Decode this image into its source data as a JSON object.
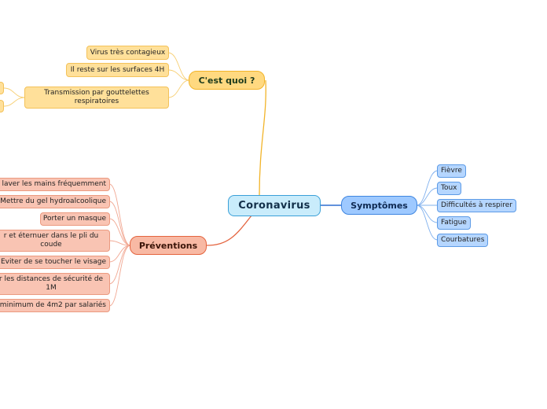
{
  "central": {
    "label": "Coronavirus"
  },
  "branches": {
    "what": {
      "label": "C'est quoi ?",
      "items": [
        "Virus très contagieux",
        "Il reste sur les surfaces 4H",
        "Transmission par gouttelettes respiratoires"
      ]
    },
    "symptoms": {
      "label": "Symptômes",
      "items": [
        "Fièvre",
        "Toux",
        "Difficultés à respirer",
        "Fatigue",
        "Courbatures"
      ]
    },
    "preventions": {
      "label": "Préventions",
      "items": [
        "laver les mains fréquemment",
        "Mettre du gel hydroalcoolique",
        "Porter un masque",
        "r et éternuer dans le pli du coude",
        "Eviter de se toucher le visage",
        "r les distances de sécurité de 1M",
        "minimum de 4m2 par salariés"
      ]
    }
  },
  "colors": {
    "central_border": "#3aa0d8",
    "yellow_line": "#f2b429",
    "blue_line": "#2f6fd0",
    "red_line": "#e4643f"
  }
}
